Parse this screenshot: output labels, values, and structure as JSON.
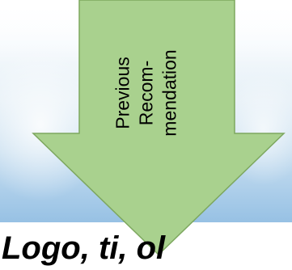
{
  "arrow": {
    "label_lines": [
      "Previous",
      "Recom-",
      "mendation"
    ],
    "fill_color": "#a9d18e",
    "stroke_color": "#7da75f"
  },
  "bottom_text": {
    "partial": "Logo, ti, ol"
  },
  "colors": {
    "backdrop_top": "#ffffff",
    "backdrop_bottom": "#97c1e4",
    "text": "#000000"
  }
}
